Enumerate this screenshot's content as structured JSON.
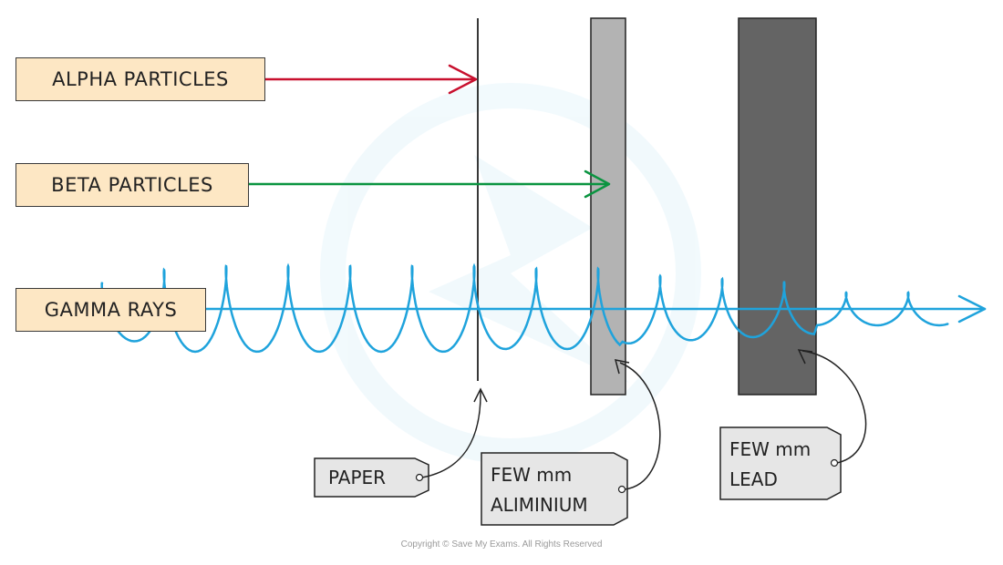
{
  "radiation": {
    "alpha": "ALPHA PARTICLES",
    "beta": "BETA PARTICLES",
    "gamma": "GAMMA RAYS"
  },
  "absorbers": {
    "paper": "PAPER",
    "aluminium_line1": "FEW mm",
    "aluminium_line2": "ALIMINIUM",
    "lead_line1": "FEW mm",
    "lead_line2": "LEAD"
  },
  "colors": {
    "alpha": "#c8102e",
    "beta": "#0a9440",
    "gamma": "#1fa3dc",
    "aluminium": "#b3b3b3",
    "lead": "#646464",
    "label_fill": "#fde7c4",
    "tag_fill": "#e6e6e6"
  },
  "footer": {
    "copyright": "Copyright © Save My Exams. All Rights Reserved"
  }
}
